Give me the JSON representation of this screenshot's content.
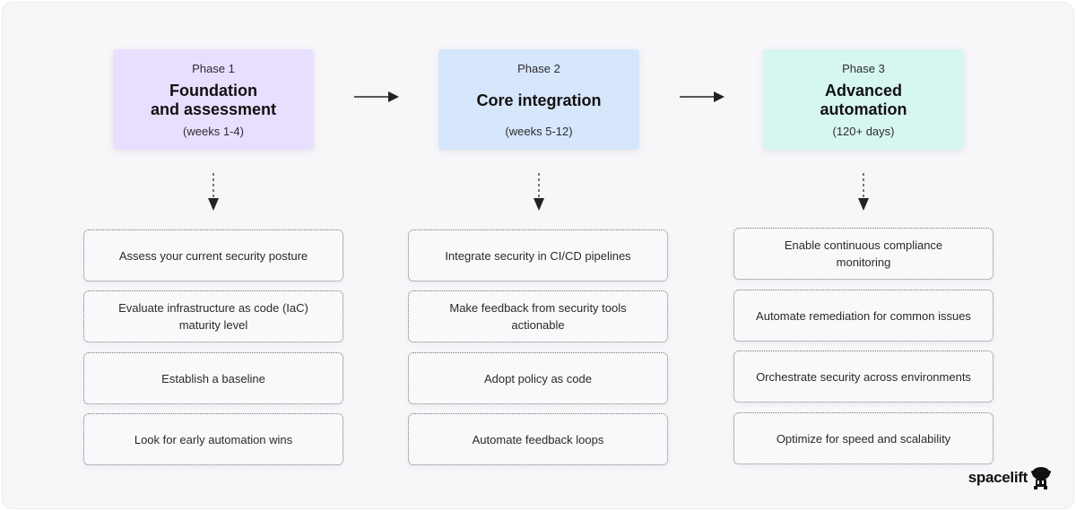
{
  "phases": [
    {
      "label": "Phase 1",
      "title_lines": [
        "Foundation",
        "and assessment"
      ],
      "duration": "(weeks 1-4)",
      "color": "#e8defe"
    },
    {
      "label": "Phase 2",
      "title_lines": [
        "Core integration"
      ],
      "duration": "(weeks 5-12)",
      "color": "#d6e6fb"
    },
    {
      "label": "Phase 3",
      "title_lines": [
        "Advanced",
        "automation"
      ],
      "duration": "(120+ days)",
      "color": "#d6f6f1"
    }
  ],
  "steps": [
    [
      "Assess your current security posture",
      "Evaluate infrastructure as code (IaC) maturity level",
      "Establish a baseline",
      "Look for early automation wins"
    ],
    [
      "Integrate security in CI/CD pipelines",
      "Make feedback from security tools actionable",
      "Adopt policy as code",
      "Automate feedback loops"
    ],
    [
      "Enable continuous compliance monitoring",
      "Automate remediation for common issues",
      "Orchestrate security across environments",
      "Optimize for speed and scalability"
    ]
  ],
  "logo": {
    "text": "spacelift",
    "icon": "astronaut-icon"
  }
}
